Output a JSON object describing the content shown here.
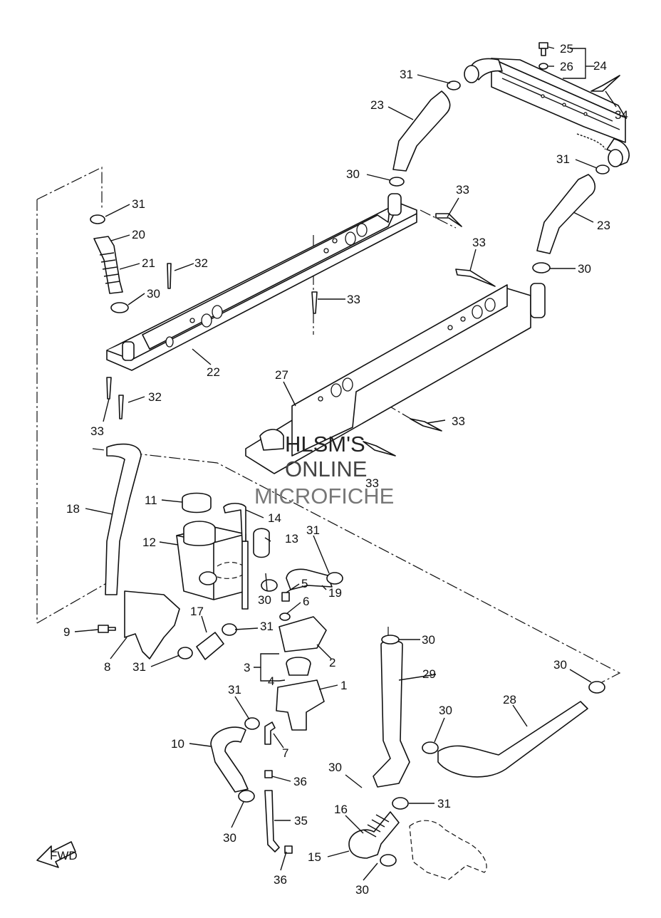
{
  "diagram": {
    "callouts": [
      "1",
      "2",
      "3",
      "4",
      "5",
      "6",
      "7",
      "8",
      "9",
      "10",
      "11",
      "12",
      "13",
      "14",
      "15",
      "16",
      "17",
      "18",
      "19",
      "20",
      "21",
      "22",
      "23",
      "24",
      "25",
      "26",
      "27",
      "28",
      "29",
      "30",
      "31",
      "32",
      "33",
      "34",
      "35",
      "36"
    ],
    "fwd_arrow": "FWD",
    "watermark": {
      "line1": "HLSM'S",
      "line2": "ONLINE",
      "line3": "MICROFICHE"
    },
    "colors": {
      "ink": "#111111",
      "paper": "#ffffff",
      "watermark_dark": "#333333",
      "watermark_light": "#777777"
    }
  }
}
